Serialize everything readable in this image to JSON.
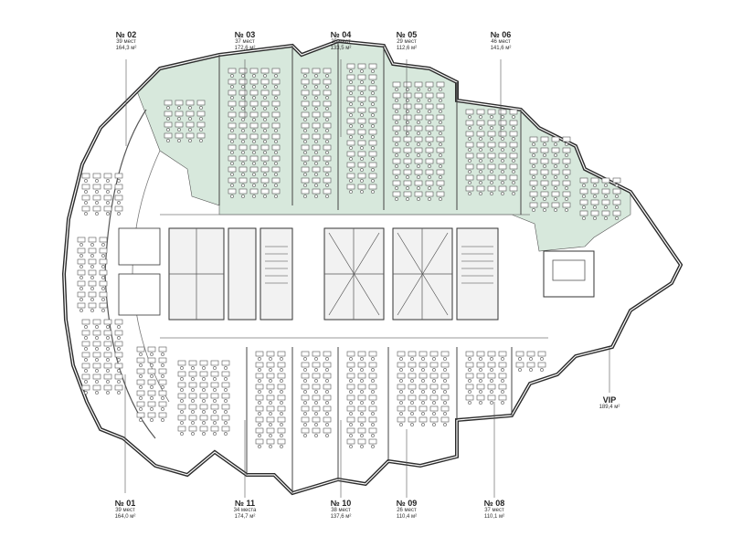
{
  "floor_plan": {
    "zones": [
      {
        "id": "z02",
        "number": "№ 02",
        "seats": "39 мест",
        "area": "164,3 м²",
        "highlighted": false
      },
      {
        "id": "z03",
        "number": "№ 03",
        "seats": "37 мест",
        "area": "172,6 м²",
        "highlighted": true
      },
      {
        "id": "z04",
        "number": "№ 04",
        "seats": "25 мест",
        "area": "133,5 м²",
        "highlighted": true
      },
      {
        "id": "z05",
        "number": "№ 05",
        "seats": "29 мест",
        "area": "112,6 м²",
        "highlighted": true
      },
      {
        "id": "z06",
        "number": "№ 06",
        "seats": "46 мест",
        "area": "141,6 м²",
        "highlighted": true
      },
      {
        "id": "zvip",
        "number": "VIP",
        "seats": "",
        "area": "189,4 м²",
        "highlighted": false
      },
      {
        "id": "z01",
        "number": "№ 01",
        "seats": "39 мест",
        "area": "164,0 м²",
        "highlighted": false
      },
      {
        "id": "z11",
        "number": "№ 11",
        "seats": "34 места",
        "area": "174,7 м²",
        "highlighted": false
      },
      {
        "id": "z10",
        "number": "№ 10",
        "seats": "38 мест",
        "area": "137,6 м²",
        "highlighted": false
      },
      {
        "id": "z09",
        "number": "№ 09",
        "seats": "26 мест",
        "area": "110,4 м²",
        "highlighted": false
      },
      {
        "id": "z08",
        "number": "№ 08",
        "seats": "37 мест",
        "area": "110,1 м²",
        "highlighted": false
      }
    ],
    "colors": {
      "highlight_fill": "#d7e8dc",
      "wall": "#2b2b2b",
      "line": "#6a6a6a"
    }
  }
}
